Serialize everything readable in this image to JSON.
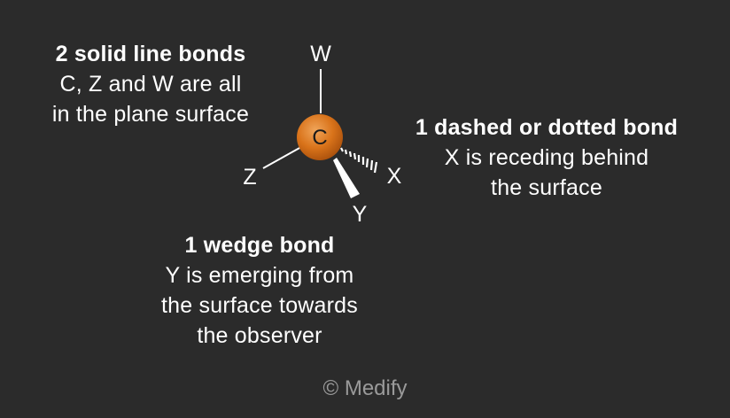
{
  "captions": {
    "solid": {
      "heading": "2 solid line bonds",
      "lines": [
        "C, Z and W are all",
        "in the plane surface"
      ]
    },
    "dashed": {
      "heading": "1 dashed or dotted bond",
      "lines": [
        "X is receding behind",
        "the surface"
      ]
    },
    "wedge": {
      "heading": "1 wedge bond",
      "lines": [
        "Y is emerging from",
        "the surface towards",
        "the observer"
      ]
    }
  },
  "molecule": {
    "center_atom": "C",
    "atoms": {
      "w": "W",
      "z": "Z",
      "x": "X",
      "y": "Y"
    },
    "colors": {
      "carbon_fill": "#d9731a",
      "carbon_highlight": "#f0a55a",
      "carbon_shadow": "#a84f0c",
      "bond": "#ffffff",
      "background": "#2b2b2b"
    }
  },
  "credit": "© Medify"
}
